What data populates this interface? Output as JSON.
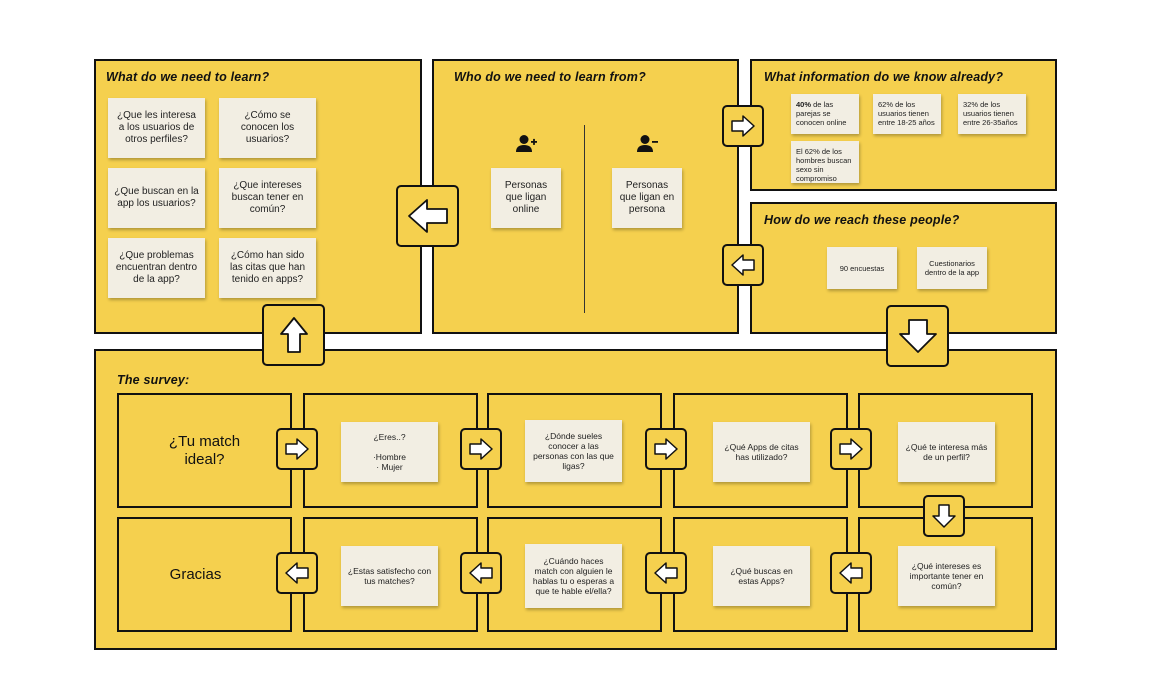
{
  "panels": {
    "learn": {
      "title": "What do we need to learn?",
      "notes": [
        "¿Que les interesa a los usuarios de otros perfiles?",
        "¿Cómo se conocen los usuarios?",
        "¿Que buscan en la app los usuarios?",
        "¿Que intereses buscan tener en común?",
        "¿Que problemas encuentran dentro de la app?",
        "¿Cómo han sido las citas que han tenido en apps?"
      ]
    },
    "who": {
      "title": "Who do we need to learn from?",
      "left_note": "Personas que ligan online",
      "right_note": "Personas que ligan en persona",
      "left_icon": "user-plus-icon",
      "right_icon": "user-minus-icon"
    },
    "know": {
      "title": "What information do we know already?",
      "notes": [
        {
          "bold": "40%",
          "text": " de las parejas se conocen online"
        },
        {
          "bold": "",
          "text": "62% de los usuarios tienen entre 18-25 años"
        },
        {
          "bold": "",
          "text": "32% de los usuarios tienen entre 26-35años"
        },
        {
          "bold": "",
          "text": "El 62% de los hombres buscan sexo sin compromiso"
        }
      ]
    },
    "reach": {
      "title": "How do we reach these people?",
      "notes": [
        "90 encuestas",
        "Cuestionarios dentro de la app"
      ]
    },
    "survey": {
      "title": "The survey:",
      "top_row": [
        {
          "type": "text",
          "text": "¿Tu match\nideal?"
        },
        {
          "type": "note",
          "text": "¿Eres..?\n\n·Hombre\n· Mujer"
        },
        {
          "type": "note",
          "text": "¿Dónde sueles conocer a las personas con las que ligas?"
        },
        {
          "type": "note",
          "text": "¿Qué Apps de citas has utilizado?"
        },
        {
          "type": "note",
          "text": "¿Qué te interesa más de un perfil?"
        }
      ],
      "bottom_row": [
        {
          "type": "text",
          "text": "Gracias"
        },
        {
          "type": "note",
          "text": "¿Estas satisfecho con tus matches?"
        },
        {
          "type": "note",
          "text": "¿Cuándo haces match con alguien le hablas tu o esperas a que te hable el/ella?"
        },
        {
          "type": "note",
          "text": "¿Qué buscas en estas Apps?"
        },
        {
          "type": "note",
          "text": "¿Qué intereses es importante tener en común?"
        }
      ]
    }
  },
  "colors": {
    "panel": "#f5d04e",
    "note": "#f2eee3",
    "border": "#111111"
  },
  "icons": [
    "arrow-right-icon",
    "arrow-left-icon",
    "arrow-up-icon",
    "arrow-down-icon",
    "user-plus-icon",
    "user-minus-icon"
  ]
}
